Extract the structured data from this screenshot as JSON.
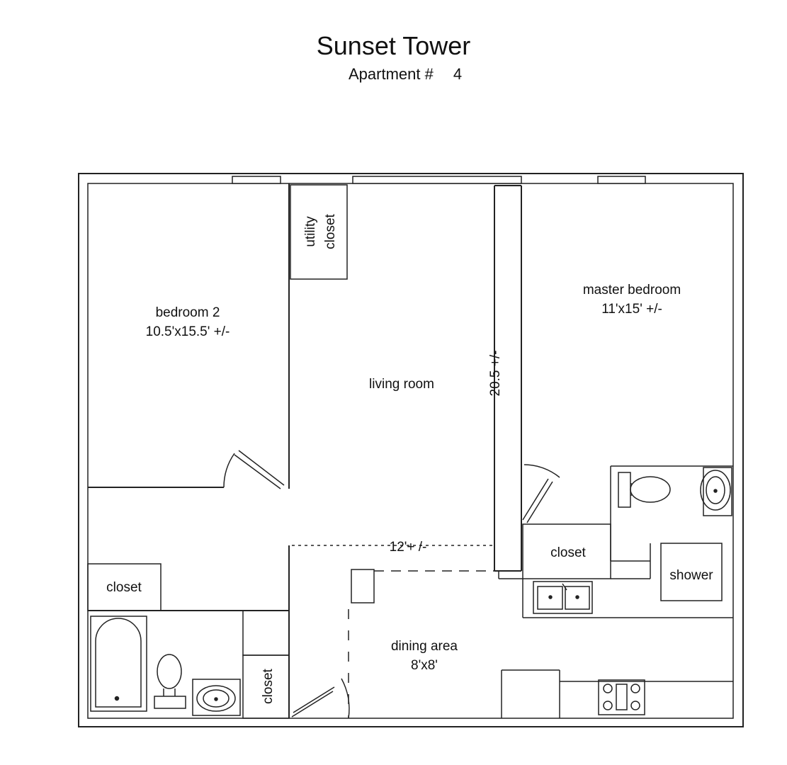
{
  "header": {
    "title": "Sunset Tower",
    "apartment_label": "Apartment #",
    "apartment_number": "4"
  },
  "rooms": {
    "bedroom2": {
      "name": "bedroom 2",
      "size": "10.5'x15.5' +/-"
    },
    "living": {
      "name_a": "living",
      "name_b": "room"
    },
    "master": {
      "name": "master bedroom",
      "size": "11'x15' +/-"
    },
    "dining": {
      "name": "dining area",
      "size": "8'x8'"
    },
    "utility_closet": {
      "line1": "utility",
      "line2": "closet"
    },
    "closet_left": "closet",
    "closet_vertical": "closet",
    "closet_master": "closet",
    "shower": "shower"
  },
  "dimensions": {
    "living_height": "20.5 +/-",
    "living_width": "12'+ /-"
  }
}
